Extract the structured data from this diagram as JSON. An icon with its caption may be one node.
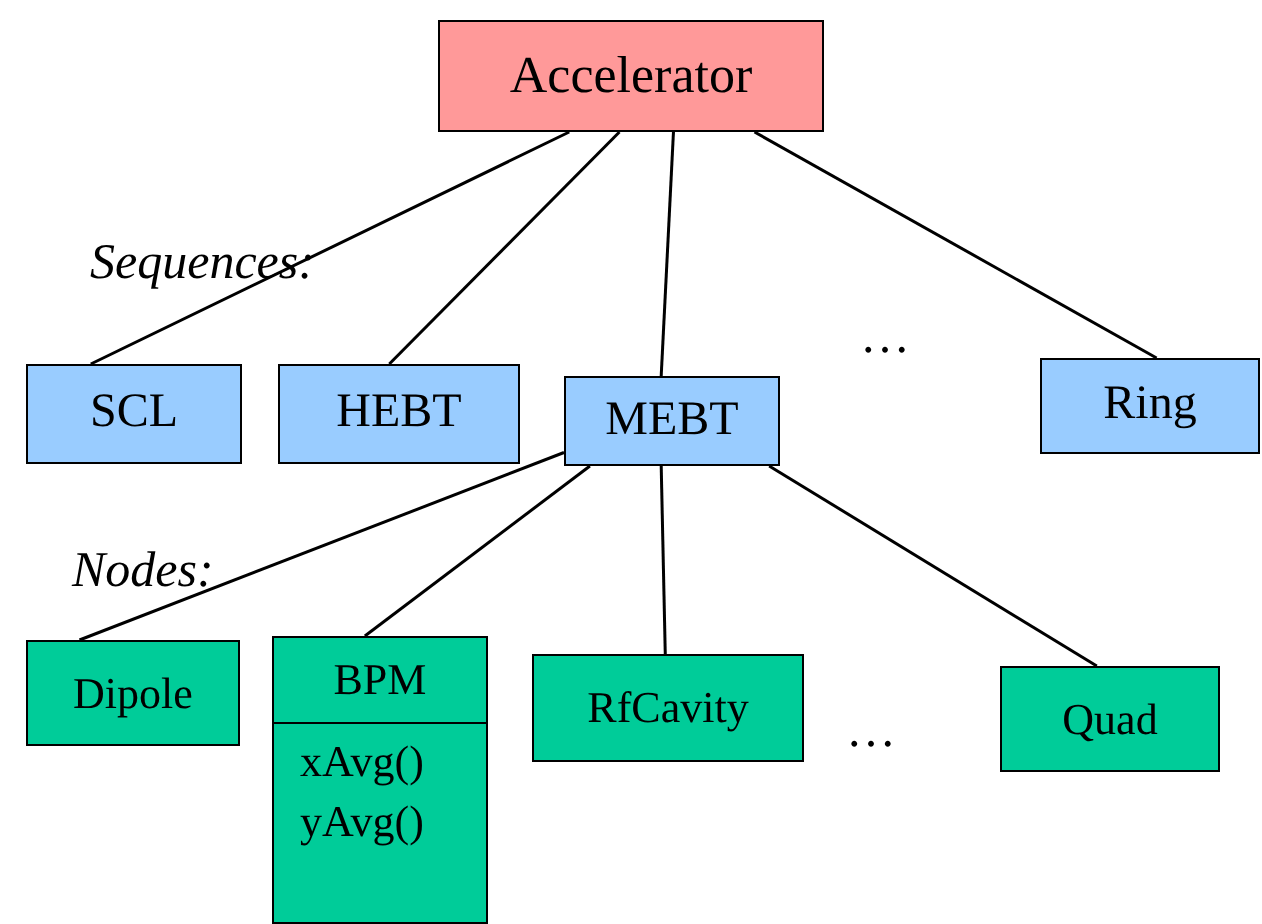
{
  "diagram": {
    "nodes": [
      {
        "text": [
          "Accelerator"
        ]
      },
      {
        "text": [
          "SCL"
        ]
      },
      {
        "text": [
          "HEBT"
        ]
      },
      {
        "text": [
          "MEBT"
        ]
      },
      {
        "text": [
          "Ring"
        ]
      },
      {
        "text": [
          "Dipole"
        ]
      },
      {
        "text": [
          "BPM"
        ]
      },
      {
        "text": [
          "xAvg() yAvg()"
        ]
      },
      {
        "text": [
          "RfCavity"
        ]
      },
      {
        "text": [
          "Quad"
        ]
      }
    ],
    "edges": [
      {
        "from": 0,
        "to": 1,
        "arrow": "none"
      },
      {
        "from": 0,
        "to": 2,
        "arrow": "none"
      },
      {
        "from": 0,
        "to": 3,
        "arrow": "none"
      },
      {
        "from": 0,
        "to": 4,
        "arrow": "none"
      },
      {
        "from": 3,
        "to": 5,
        "arrow": "none"
      },
      {
        "from": 3,
        "to": 6,
        "arrow": "none"
      },
      {
        "from": 3,
        "to": 8,
        "arrow": "none"
      },
      {
        "from": 3,
        "to": 9,
        "arrow": "none"
      }
    ],
    "labels": [
      "Sequences:",
      "…",
      "Nodes:",
      "…"
    ]
  }
}
